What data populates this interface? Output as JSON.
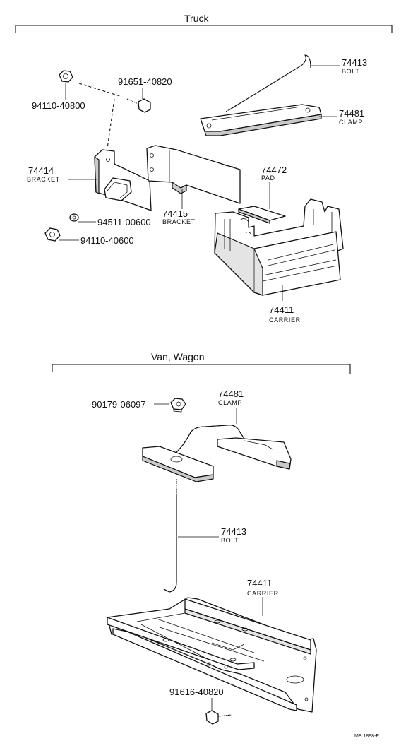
{
  "sections": {
    "truck": "Truck",
    "van_wagon": "Van,  Wagon"
  },
  "truck_parts": {
    "bolt": {
      "number": "74413",
      "name": "BOLT"
    },
    "clamp": {
      "number": "74481",
      "name": "CLAMP"
    },
    "bracket_left": {
      "number": "74414",
      "name": "BRACKET"
    },
    "bracket_right": {
      "number": "74415",
      "name": "BRACKET"
    },
    "pad": {
      "number": "74472",
      "name": "PAD"
    },
    "carrier": {
      "number": "74411",
      "name": "CARRIER"
    },
    "nut_top": "94110-40800",
    "bolt_small": "91651-40820",
    "washer": "94511-00600",
    "nut_bottom": "94110-40600"
  },
  "van_parts": {
    "nut": "90179-06097",
    "clamp": {
      "number": "74481",
      "name": "CLAMP"
    },
    "bolt": {
      "number": "74413",
      "name": "BOLT"
    },
    "carrier": {
      "number": "74411",
      "name": "CARRIER"
    },
    "bolt_small": "91616-40820"
  },
  "diagram_code": "MB  1898-E"
}
